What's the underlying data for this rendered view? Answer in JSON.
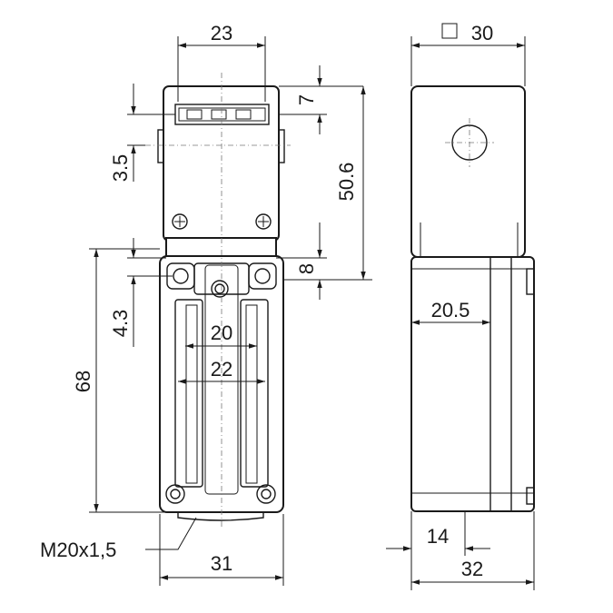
{
  "dimensions": {
    "front_width_top": "23",
    "front_slot_height": "7",
    "front_screw_offset": "3.5",
    "front_head_height": "50.6",
    "front_step": "8",
    "front_hole_offset": "4.3",
    "front_inner_width": "20",
    "front_outer_slot_width": "22",
    "front_body_height": "68",
    "thread": "M20x1,5",
    "front_width_bottom": "31",
    "side_square": "30",
    "side_depth": "20.5",
    "side_bottom_offset": "14",
    "side_width_bottom": "32"
  },
  "symbols": {
    "square_symbol": "square-icon"
  }
}
